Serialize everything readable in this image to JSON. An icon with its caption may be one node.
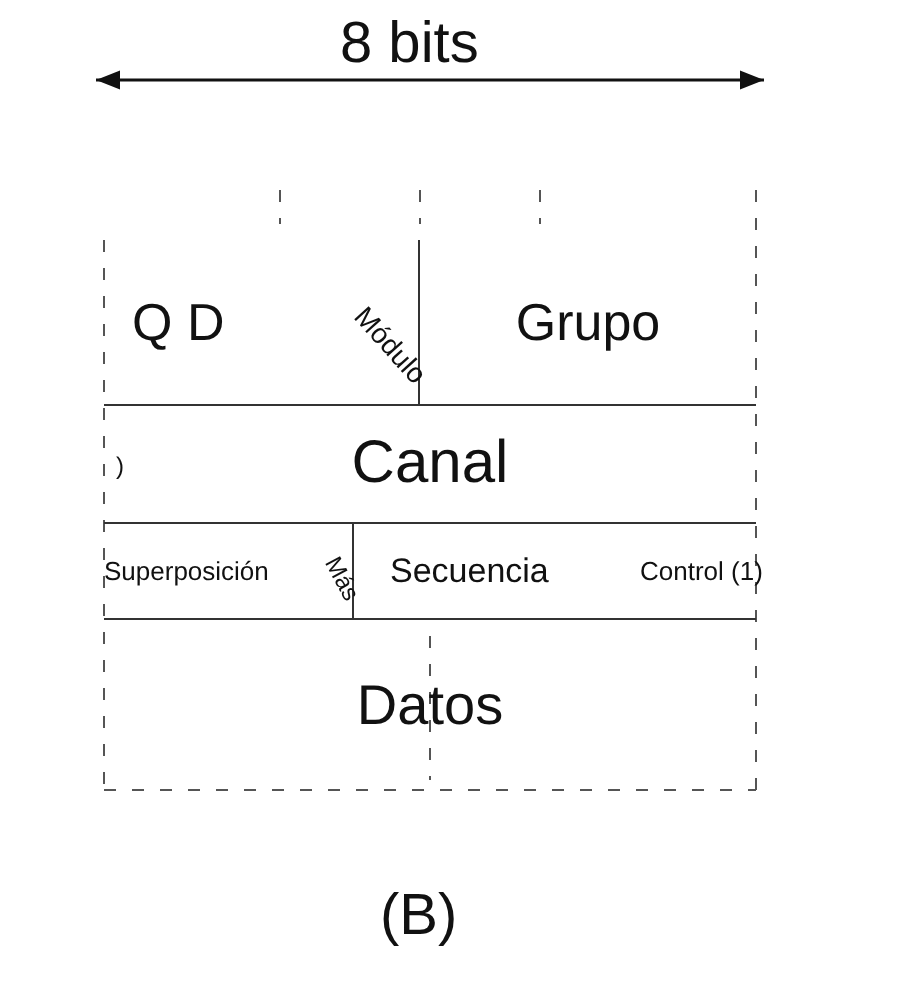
{
  "diagram": {
    "caption": "(B)",
    "nodes": [
      {
        "text": [
          "Q D"
        ]
      },
      {
        "text": [
          "Grupo"
        ]
      },
      {
        "text": [
          "Canal"
        ]
      },
      {
        "text": [
          "Superposición"
        ]
      },
      {
        "text": [
          "Secuencia"
        ]
      },
      {
        "text": [
          "Datos"
        ]
      }
    ],
    "edges": [],
    "labels": [
      "8 bits",
      "Módulo",
      ")",
      "Más",
      "Control (1)"
    ]
  }
}
